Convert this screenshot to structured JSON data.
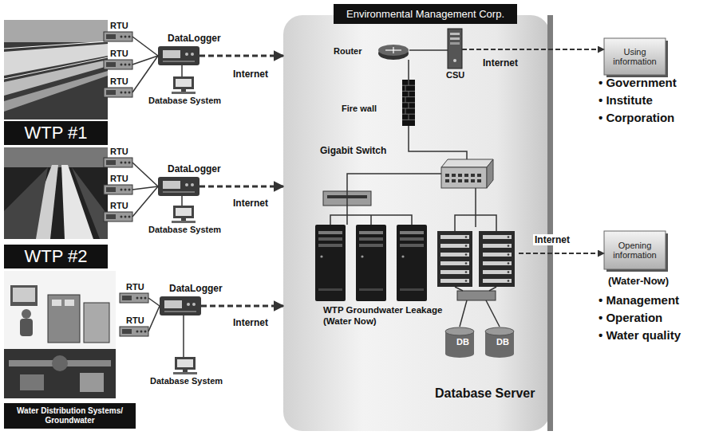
{
  "diagram": {
    "nodes": [
      {
        "text": [
          "WTP #1"
        ]
      },
      {
        "text": [
          "WTP #2"
        ]
      },
      {
        "text": [
          "Water Distribution Systems/ Groundwater"
        ]
      },
      {
        "text": [
          "RTU"
        ]
      },
      {
        "text": [
          "RTU"
        ]
      },
      {
        "text": [
          "RTU"
        ]
      },
      {
        "text": [
          "DataLogger"
        ]
      },
      {
        "text": [
          "Database System"
        ]
      },
      {
        "text": [
          "RTU"
        ]
      },
      {
        "text": [
          "RTU"
        ]
      },
      {
        "text": [
          "RTU"
        ]
      },
      {
        "text": [
          "DataLogger"
        ]
      },
      {
        "text": [
          "Database System"
        ]
      },
      {
        "text": [
          "RTU"
        ]
      },
      {
        "text": [
          "RTU"
        ]
      },
      {
        "text": [
          "DataLogger"
        ]
      },
      {
        "text": [
          "Database System"
        ]
      },
      {
        "text": [
          "Environmental Management Corp."
        ]
      },
      {
        "text": [
          "Router"
        ],
        "in": 17
      },
      {
        "text": [
          "CSU"
        ],
        "in": 17
      },
      {
        "text": [
          "Fire wall"
        ],
        "in": 17
      },
      {
        "text": [
          "Gigabit Switch"
        ],
        "in": 17
      },
      {
        "text": [
          "WTP Groundwater Leakage (Water Now)"
        ],
        "in": 17
      },
      {
        "text": [
          "Database Server"
        ],
        "in": 17
      },
      {
        "text": [
          "DB"
        ],
        "in": 23
      },
      {
        "text": [
          "DB"
        ],
        "in": 23
      },
      {
        "text": [
          "Using information"
        ]
      },
      {
        "text": [
          "Opening information"
        ]
      }
    ],
    "edges": [
      {
        "from": 3,
        "to": 6,
        "arrow": "none"
      },
      {
        "from": 4,
        "to": 6,
        "arrow": "none"
      },
      {
        "from": 5,
        "to": 6,
        "arrow": "none"
      },
      {
        "from": 6,
        "to": 7,
        "arrow": "none"
      },
      {
        "from": 6,
        "to": 17,
        "label": "Internet",
        "arrow": "to"
      },
      {
        "from": 8,
        "to": 11,
        "arrow": "none"
      },
      {
        "from": 9,
        "to": 11,
        "arrow": "none"
      },
      {
        "from": 10,
        "to": 11,
        "arrow": "none"
      },
      {
        "from": 11,
        "to": 12,
        "arrow": "none"
      },
      {
        "from": 11,
        "to": 17,
        "label": "Internet",
        "arrow": "to"
      },
      {
        "from": 13,
        "to": 15,
        "arrow": "none"
      },
      {
        "from": 14,
        "to": 15,
        "arrow": "none"
      },
      {
        "from": 15,
        "to": 16,
        "arrow": "none"
      },
      {
        "from": 15,
        "to": 17,
        "label": "Internet",
        "arrow": "to"
      },
      {
        "from": 18,
        "to": 19,
        "arrow": "none"
      },
      {
        "from": 19,
        "to": 26,
        "label": "Internet",
        "arrow": "to"
      },
      {
        "from": 18,
        "to": 20,
        "arrow": "none"
      },
      {
        "from": 20,
        "to": 21,
        "arrow": "none"
      },
      {
        "from": 21,
        "to": 22,
        "arrow": "none"
      },
      {
        "from": 21,
        "to": 23,
        "arrow": "none"
      },
      {
        "from": 23,
        "to": 27,
        "label": "Internet",
        "arrow": "to"
      }
    ],
    "labels": [
      "• Government",
      "• Institute",
      "• Corporation",
      "(Water-Now)",
      "• Management",
      "• Operation",
      "• Water quality"
    ]
  }
}
